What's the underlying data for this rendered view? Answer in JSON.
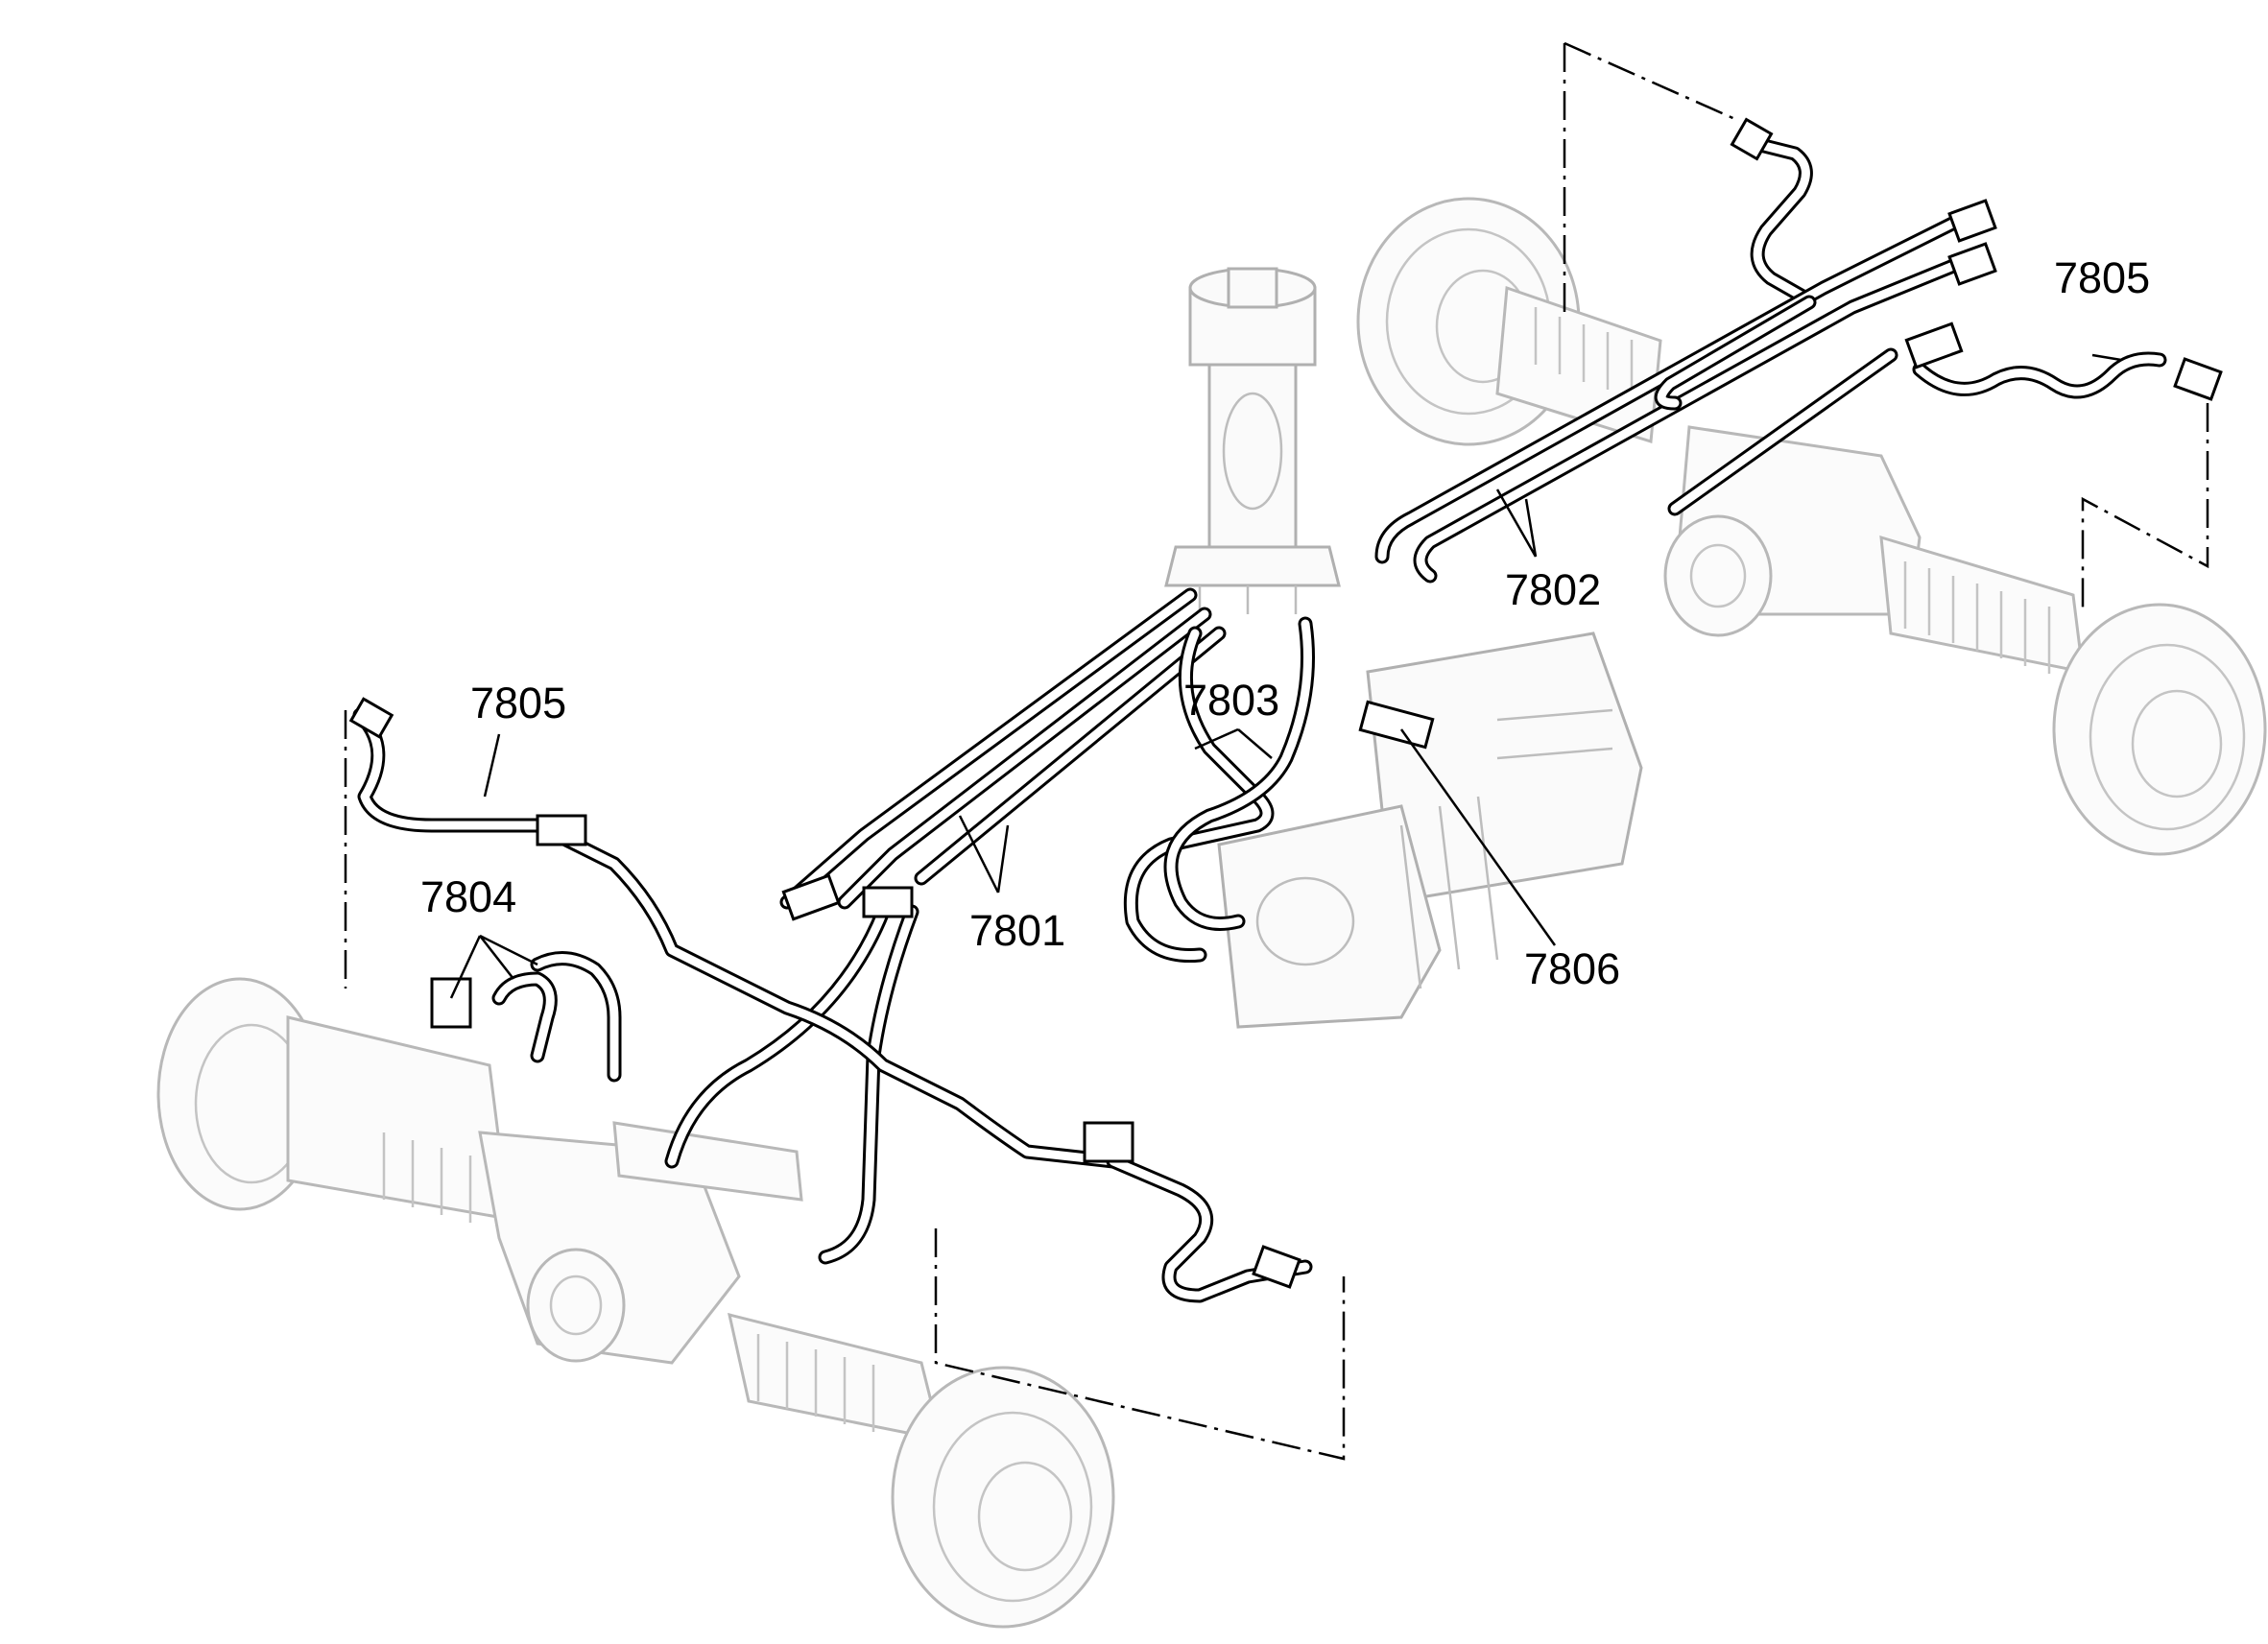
{
  "callouts": [
    {
      "id": "7801",
      "text": "7801"
    },
    {
      "id": "7802",
      "text": "7802"
    },
    {
      "id": "7803",
      "text": "7803"
    },
    {
      "id": "7804",
      "text": "7804"
    },
    {
      "id": "7805a",
      "text": "7805"
    },
    {
      "id": "7805b",
      "text": "7805"
    },
    {
      "id": "7806",
      "text": "7806"
    }
  ],
  "colors": {
    "line": "#000000",
    "component_outline": "#b8b8b8",
    "background": "#ffffff"
  }
}
